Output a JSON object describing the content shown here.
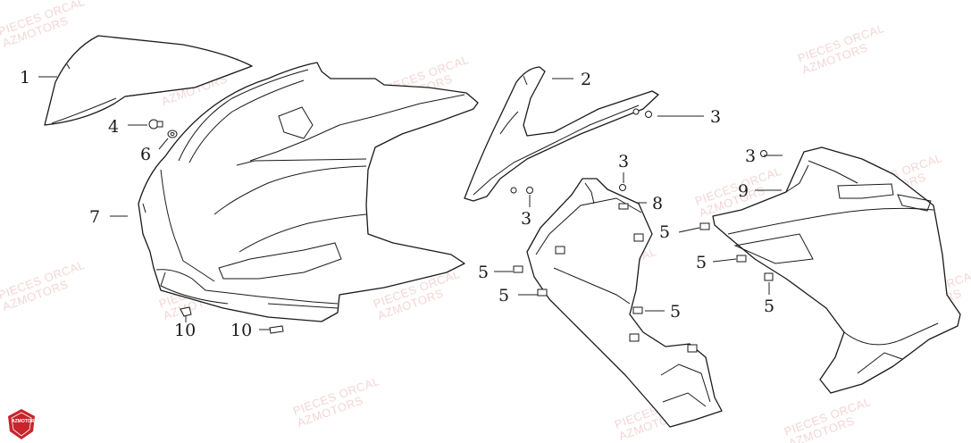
{
  "watermark": {
    "line1": "PIECES ORCAL",
    "line2": "AZMOTORS"
  },
  "logo": {
    "text": "AZMOTORS",
    "color": "#c8242b"
  },
  "callouts": [
    "1",
    "2",
    "3",
    "3",
    "3",
    "3",
    "4",
    "5",
    "5",
    "5",
    "5",
    "5",
    "5",
    "6",
    "7",
    "8",
    "9",
    "10",
    "10"
  ]
}
